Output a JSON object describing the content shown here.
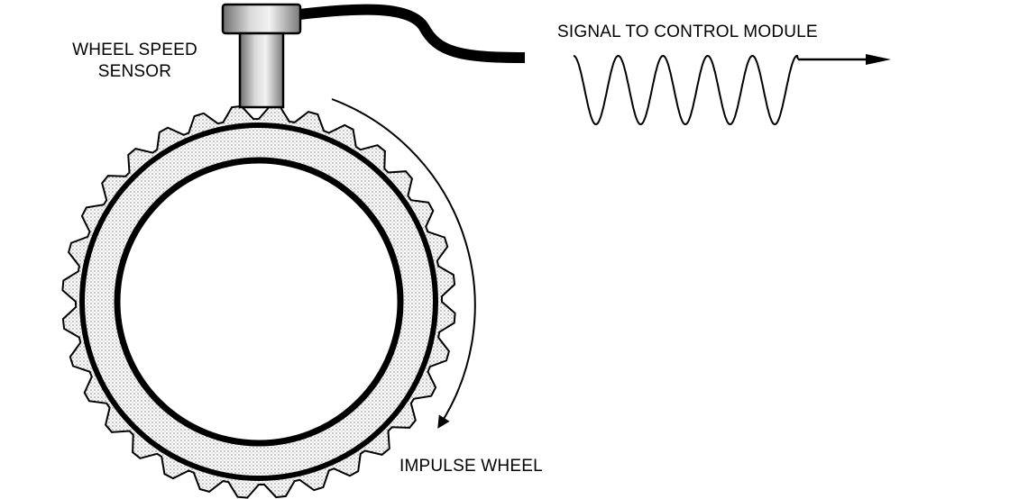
{
  "labels": {
    "sensor_line1": "WHEEL SPEED",
    "sensor_line2": "SENSOR",
    "signal": "SIGNAL TO CONTROL MODULE",
    "impulse": "IMPULSE WHEEL"
  },
  "colors": {
    "ink": "#000000",
    "stipple": "#bdbdbd",
    "background": "#ffffff"
  },
  "wheel": {
    "tooth_count": 32
  },
  "signal_wave": {
    "cycles": 5
  }
}
